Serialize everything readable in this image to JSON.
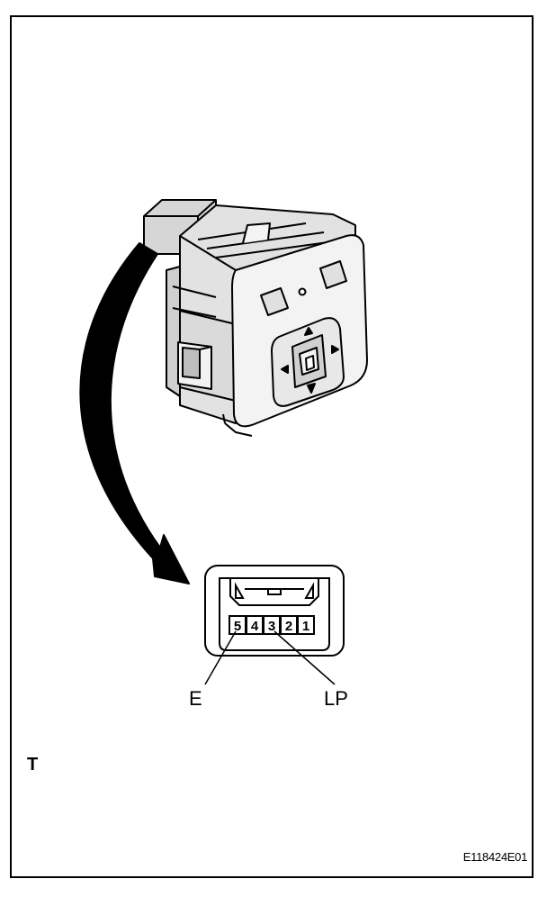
{
  "connector": {
    "pins": [
      "5",
      "4",
      "3",
      "2",
      "1"
    ]
  },
  "callouts": {
    "e_label": "E",
    "lp_label": "LP"
  },
  "corner_label": "T",
  "figure_id": "E118424E01",
  "icons": {
    "switch": "mirror-switch-assembly-icon",
    "arrow": "curved-arrow-icon",
    "connector": "connector-face-icon"
  }
}
